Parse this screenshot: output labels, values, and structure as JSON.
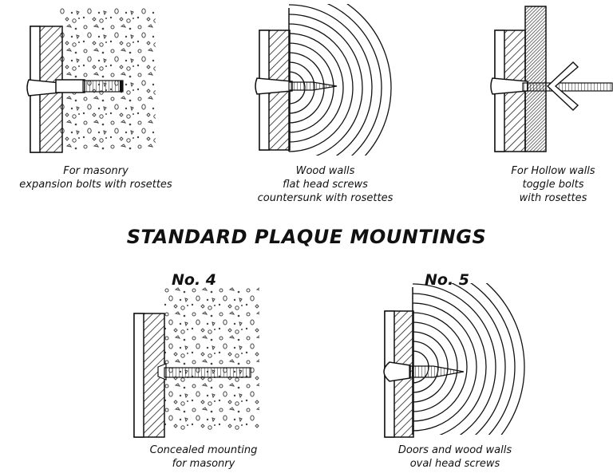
{
  "title": "STANDARD PLAQUE MOUNTINGS",
  "mountings": [
    {
      "number": "",
      "caption": [
        "For masonry",
        "expansion bolts with rosettes"
      ]
    },
    {
      "number": "",
      "caption": [
        "Wood walls",
        "flat head screws",
        "countersunk with rosettes"
      ]
    },
    {
      "number": "",
      "caption": [
        "For Hollow walls",
        "toggle bolts",
        "with rosettes"
      ]
    },
    {
      "number": "No. 4",
      "caption": [
        "Concealed mounting",
        "for masonry"
      ]
    },
    {
      "number": "No. 5",
      "caption": [
        "Doors and wood walls",
        "oval head screws"
      ]
    }
  ]
}
